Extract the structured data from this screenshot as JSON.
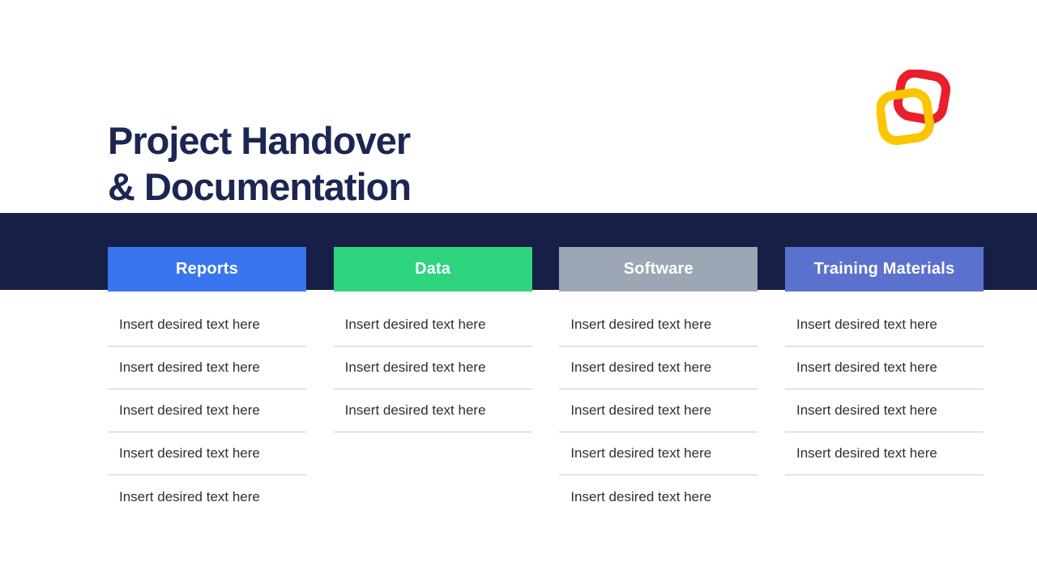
{
  "slide": {
    "title_line1": "Project Handover",
    "title_line2": "& Documentation",
    "title_color": "#1C2653",
    "band_color": "#161F45"
  },
  "logo": {
    "red": "#E9202B",
    "yellow": "#FCC502"
  },
  "columns": [
    {
      "label": "Reports",
      "color": "#3A75F0",
      "items": [
        "Insert desired text here",
        "Insert desired text here",
        "Insert desired text here",
        "Insert desired text here",
        "Insert desired text here"
      ]
    },
    {
      "label": "Data",
      "color": "#2ED47E",
      "items": [
        "Insert desired text here",
        "Insert desired text here",
        "Insert desired text here"
      ]
    },
    {
      "label": "Software",
      "color": "#9DA6B4",
      "items": [
        "Insert desired text here",
        "Insert desired text here",
        "Insert desired text here",
        "Insert desired text here",
        "Insert desired text here"
      ]
    },
    {
      "label": "Training Materials",
      "color": "#5B71CE",
      "items": [
        "Insert desired text here",
        "Insert desired text here",
        "Insert desired text here",
        "Insert desired text here"
      ]
    }
  ]
}
